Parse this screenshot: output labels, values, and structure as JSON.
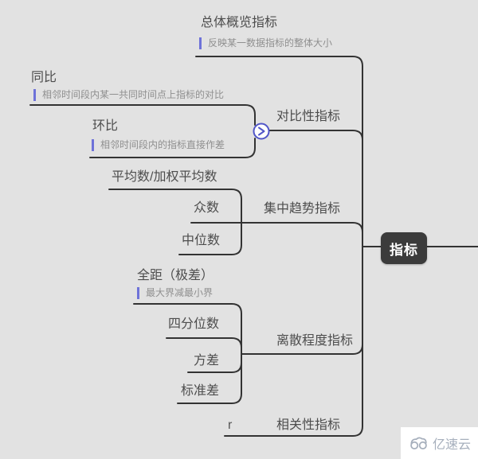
{
  "root": {
    "label": "指标"
  },
  "branches": [
    {
      "label": "总体概览指标",
      "note": "反映某一数据指标的整体大小",
      "children": []
    },
    {
      "label": "对比性指标",
      "children": [
        {
          "label": "同比",
          "note": "相邻时间段内某一共同时间点上指标的对比"
        },
        {
          "label": "环比",
          "note": "相邻时间段内的指标直接作差"
        }
      ]
    },
    {
      "label": "集中趋势指标",
      "children": [
        {
          "label": "平均数/加权平均数"
        },
        {
          "label": "众数"
        },
        {
          "label": "中位数"
        }
      ]
    },
    {
      "label": "离散程度指标",
      "children": [
        {
          "label": "全距（极差）",
          "note": "最大界减最小界"
        },
        {
          "label": "四分位数"
        },
        {
          "label": "方差"
        },
        {
          "label": "标准差"
        }
      ]
    },
    {
      "label": "相关性指标",
      "children": [
        {
          "label": "r"
        }
      ]
    }
  ],
  "watermark": {
    "text": "亿速云"
  },
  "colors": {
    "background": "#e2e2e2",
    "connector": "#333333",
    "accent_purple": "#5156c8",
    "note_bar": "#6e72d9",
    "root_bg": "#3b3b3b",
    "root_text": "#ffffff",
    "topic_text": "#4d4d4d",
    "note_text": "#8f8f8f",
    "watermark_text": "#a6afbc"
  }
}
